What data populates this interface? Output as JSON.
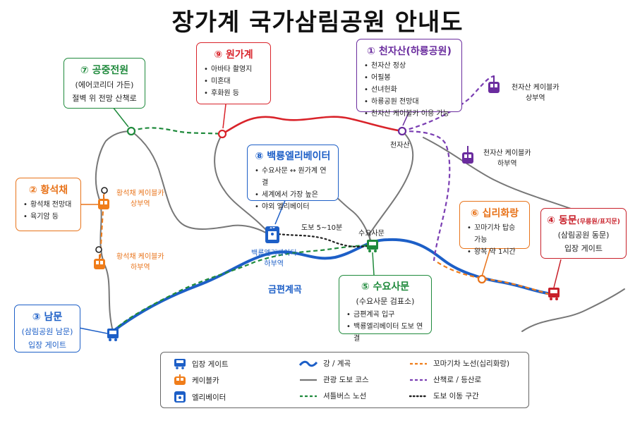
{
  "title": "장가계 국가삼림공원 안내도",
  "colors": {
    "river": "#1d5fc7",
    "trail": "#777777",
    "shuttle": "#1f8a3c",
    "train": "#f07d1a",
    "stair": "#7b3fb3",
    "walk": "#222222",
    "red_route": "#d9232a",
    "orange": "#e8731a",
    "blue": "#1d5fc7",
    "green": "#1f8a3c",
    "purple": "#6a2c9e",
    "red": "#c8202a",
    "pink": "#d9232a"
  },
  "boxes": {
    "gongjung": {
      "header": "⑦ 공중전원",
      "sub": "(에어코리더 가든)",
      "line": "절벽 위 전망 산책로"
    },
    "wongagye": {
      "header": "⑨ 원가계",
      "items": [
        "아바타 촬영지",
        "미혼대",
        "후화원 등"
      ]
    },
    "cheonjasan": {
      "header": "① 천자산(하룡공원)",
      "items": [
        "천자산 정상",
        "어필봉",
        "선녀헌화",
        "하룡공원 전망대",
        "천자산 케이블카 이용 가능"
      ]
    },
    "hwangseokchae": {
      "header": "② 황석채",
      "items": [
        "황석채 전망대",
        "육기암 등"
      ]
    },
    "baekryong": {
      "header": "⑧ 백룡엘리베이터",
      "items": [
        "수요사문 ↔ 원가계 연결",
        "세계에서 가장 높은",
        "야외 엘리베이터"
      ]
    },
    "sipri": {
      "header": "⑥ 십리화랑",
      "items": [
        "꼬마기차 탑승 가능",
        "왕복 약 1시간"
      ]
    },
    "dongmun": {
      "header": "④ 동문",
      "header_small": "(무릉원/표지문)",
      "sub": "(삼림공원 동문)",
      "line": "입장 게이트"
    },
    "namun": {
      "header": "③ 남문",
      "sub": "(삼림공원 남문)",
      "line": "입장 게이트"
    },
    "suyosamun": {
      "header": "⑤ 수요사문",
      "sub": "(수요사문 검표소)",
      "items": [
        "금편계곡 입구",
        "백룡엘리베이터 도보 연결"
      ]
    }
  },
  "labels": {
    "cheonjasan_peak": "천자산",
    "cheonjasan_cable_upper": "천자산 케이블카\n상부역",
    "cheonjasan_cable_lower": "천자산 케이블카\n하부역",
    "hwang_cable_upper": "황석채 케이블카\n상부역",
    "hwang_cable_lower": "황석채 케이블카\n하부역",
    "elevator_lower": "백룡엘리베이터\n하부역",
    "walk_time": "도보 5~10분",
    "suyosamun_label": "수요사문",
    "river_name": "금편계곡"
  },
  "legend": [
    {
      "icon": "gate-icon",
      "text": "입장 게이트"
    },
    {
      "icon": "river-line",
      "text": "강 / 계곡"
    },
    {
      "icon": "train-line",
      "text": "꼬마기차 노선(십리화랑)"
    },
    {
      "icon": "cablecar-icon",
      "text": "케이블카"
    },
    {
      "icon": "trail-line",
      "text": "관광 도보 코스"
    },
    {
      "icon": "stair-line",
      "text": "산책로 / 등산로"
    },
    {
      "icon": "elevator-icon",
      "text": "엘리베이터"
    },
    {
      "icon": "shuttle-line",
      "text": "셔틀버스 노선"
    },
    {
      "icon": "walk-line",
      "text": "도보 이동 구간"
    }
  ]
}
